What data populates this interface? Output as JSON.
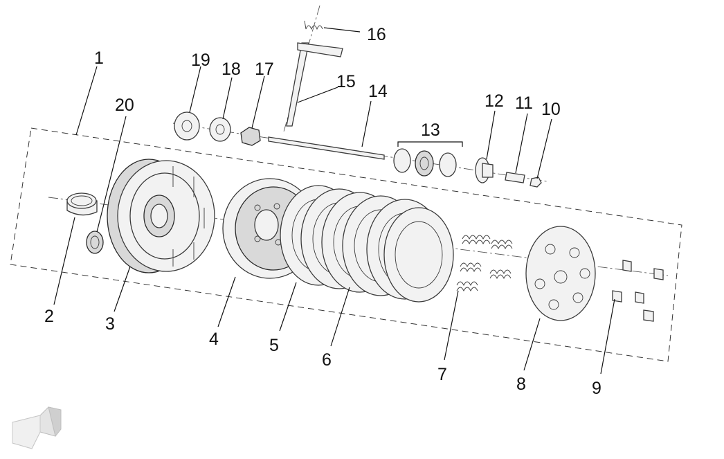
{
  "diagram": {
    "callouts": [
      {
        "id": "1",
        "label": "1"
      },
      {
        "id": "2",
        "label": "2"
      },
      {
        "id": "3",
        "label": "3"
      },
      {
        "id": "4",
        "label": "4"
      },
      {
        "id": "5",
        "label": "5"
      },
      {
        "id": "6",
        "label": "6"
      },
      {
        "id": "7",
        "label": "7"
      },
      {
        "id": "8",
        "label": "8"
      },
      {
        "id": "9",
        "label": "9"
      },
      {
        "id": "10",
        "label": "10"
      },
      {
        "id": "11",
        "label": "11"
      },
      {
        "id": "12",
        "label": "12"
      },
      {
        "id": "13",
        "label": "13"
      },
      {
        "id": "14",
        "label": "14"
      },
      {
        "id": "15",
        "label": "15"
      },
      {
        "id": "16",
        "label": "16"
      },
      {
        "id": "17",
        "label": "17"
      },
      {
        "id": "18",
        "label": "18"
      },
      {
        "id": "19",
        "label": "19"
      },
      {
        "id": "20",
        "label": "20"
      }
    ],
    "direction_arrow_icon": "front-arrow-icon",
    "colors": {
      "line": "#111111",
      "part_fill": "#f2f2f2",
      "arrow_fill": "#d6d6d6"
    }
  }
}
